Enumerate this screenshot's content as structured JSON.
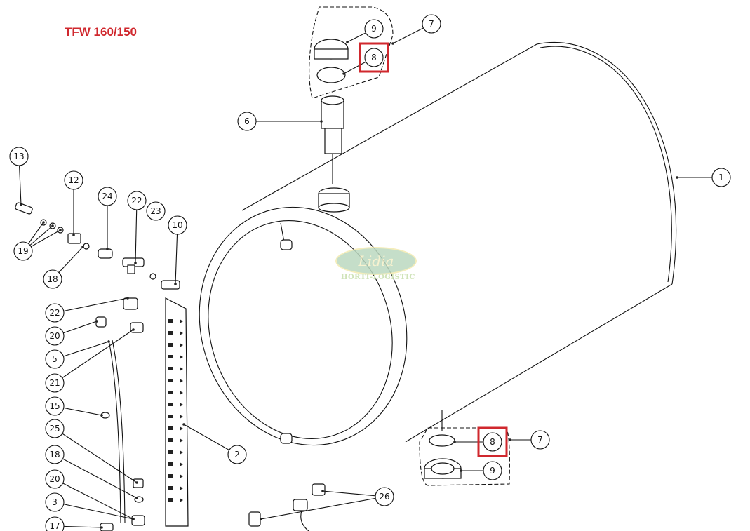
{
  "title": "TFW 160/150",
  "logo": {
    "name": "Lidia",
    "subtitle": "HORTI-LOGISTIC"
  },
  "highlight_color": "#d0282e",
  "callouts": [
    "1",
    "2",
    "3",
    "5",
    "6",
    "7",
    "8",
    "9",
    "10",
    "12",
    "13",
    "15",
    "17",
    "18",
    "18",
    "19",
    "20",
    "20",
    "21",
    "22",
    "22",
    "23",
    "24",
    "25",
    "26",
    "7",
    "8",
    "9"
  ],
  "highlighted_callouts": [
    "8"
  ]
}
